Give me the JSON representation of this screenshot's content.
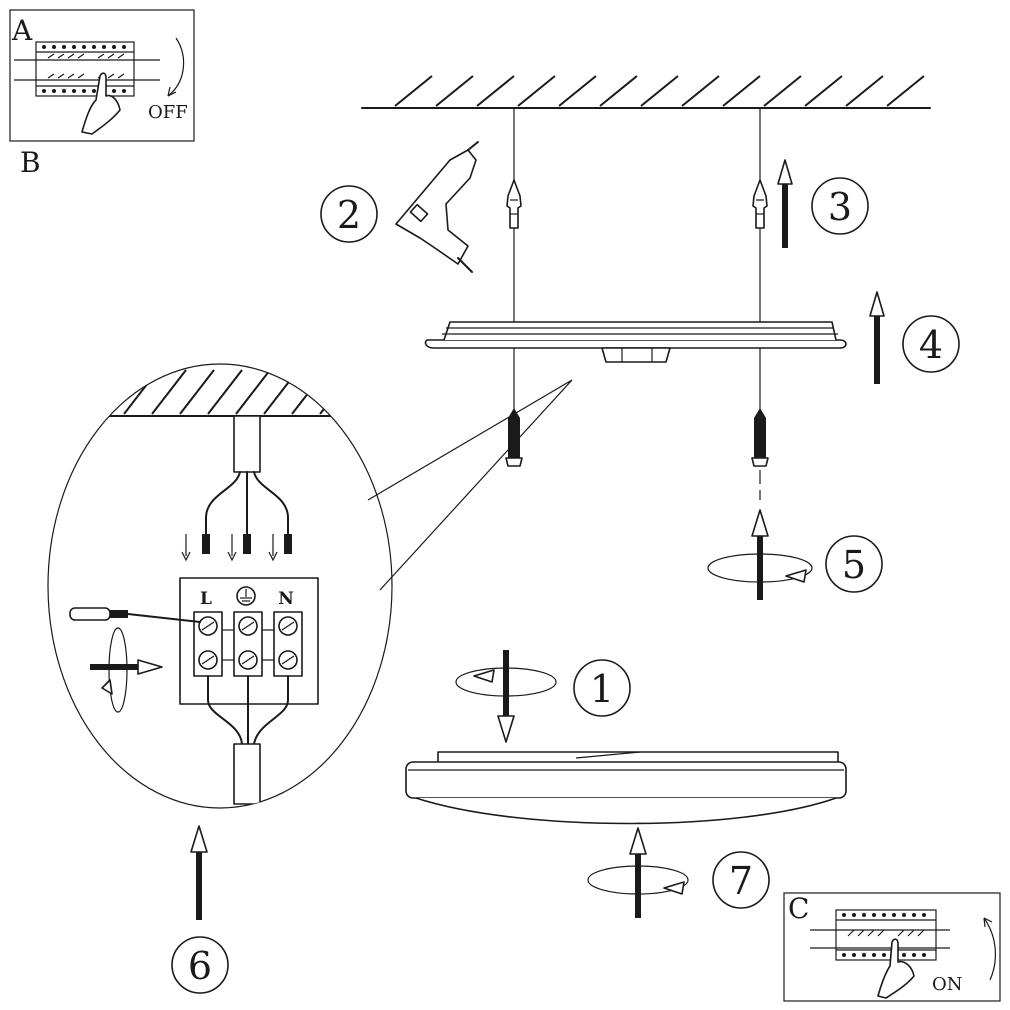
{
  "panels": {
    "a_label": "A",
    "b_label": "B",
    "c_label": "C",
    "off_text": "OFF",
    "on_text": "ON"
  },
  "steps": [
    "1",
    "2",
    "3",
    "4",
    "5",
    "6",
    "7"
  ],
  "terminals": {
    "live": "L",
    "neutral": "N",
    "earth_icon": "earth-ground-icon"
  }
}
